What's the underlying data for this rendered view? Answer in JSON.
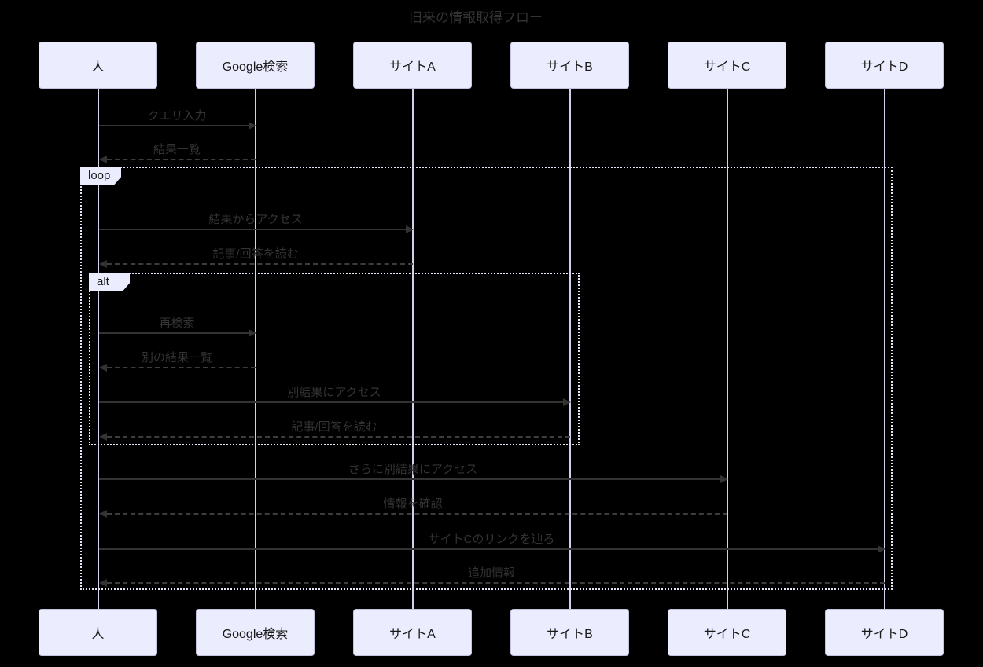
{
  "title": "旧来の情報取得フロー",
  "diagram_type": "sequence",
  "actors": [
    {
      "name": "人"
    },
    {
      "name": "Google検索"
    },
    {
      "name": "サイトA"
    },
    {
      "name": "サイトB"
    },
    {
      "name": "サイトC"
    },
    {
      "name": "サイトD"
    }
  ],
  "fragments": {
    "loop": {
      "label": "loop"
    },
    "alt": {
      "label": "alt"
    }
  },
  "messages": [
    {
      "from": "人",
      "to": "Google検索",
      "label": "クエリ入力",
      "line": "solid"
    },
    {
      "from": "Google検索",
      "to": "人",
      "label": "結果一覧",
      "line": "dashed"
    },
    {
      "from": "人",
      "to": "サイトA",
      "label": "結果からアクセス",
      "line": "solid"
    },
    {
      "from": "サイトA",
      "to": "人",
      "label": "記事/回答を読む",
      "line": "dashed"
    },
    {
      "from": "人",
      "to": "Google検索",
      "label": "再検索",
      "line": "solid"
    },
    {
      "from": "Google検索",
      "to": "人",
      "label": "別の結果一覧",
      "line": "dashed"
    },
    {
      "from": "人",
      "to": "サイトB",
      "label": "別結果にアクセス",
      "line": "solid"
    },
    {
      "from": "サイトB",
      "to": "人",
      "label": "記事/回答を読む",
      "line": "dashed"
    },
    {
      "from": "人",
      "to": "サイトC",
      "label": "さらに別結果にアクセス",
      "line": "solid"
    },
    {
      "from": "サイトC",
      "to": "人",
      "label": "情報を確認",
      "line": "dashed"
    },
    {
      "from": "人",
      "to": "サイトD",
      "label": "サイトCのリンクを辿る",
      "line": "solid"
    },
    {
      "from": "サイトD",
      "to": "人",
      "label": "追加情報",
      "line": "dashed"
    }
  ],
  "colors": {
    "background": "#000000",
    "actor_fill": "#ECECFF",
    "actor_border": "#c3c3e0",
    "lifeline": "#d5d0ea",
    "frame_border": "#e8e4f8",
    "fragment_label_fill": "#ECECFF",
    "arrow": "#333333",
    "text": "#333333"
  }
}
